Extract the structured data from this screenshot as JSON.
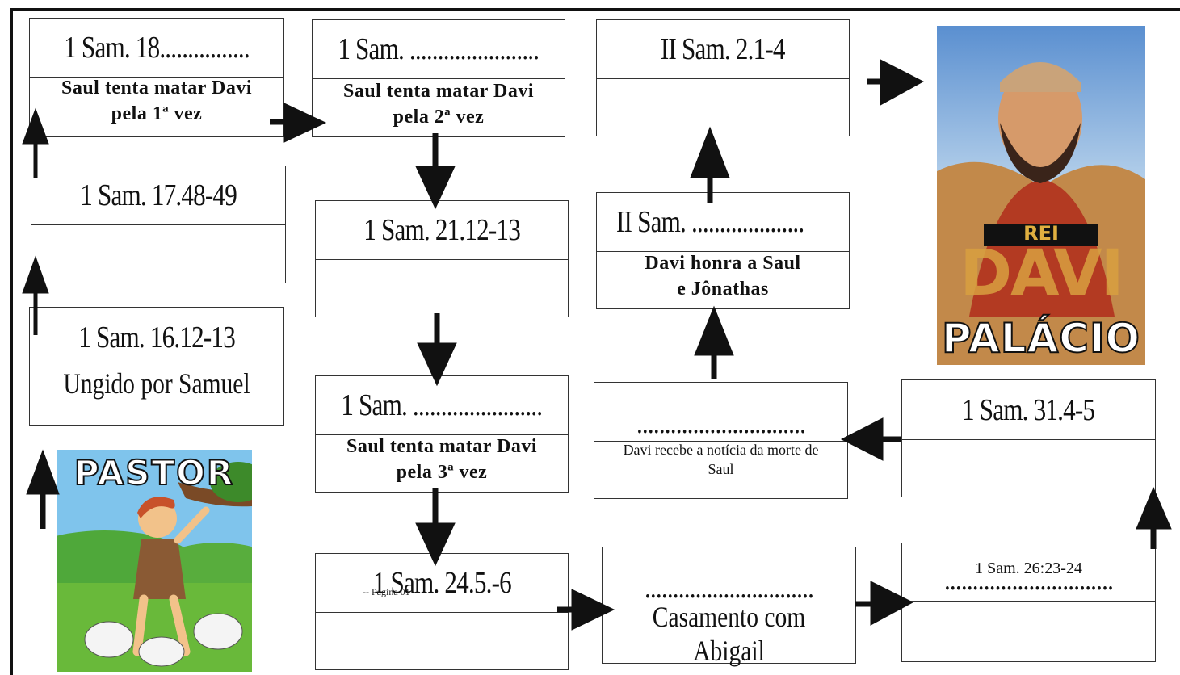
{
  "boxes": {
    "b1": {
      "ref": "1 Sam. 18................",
      "event": "Saul tenta matar Davi\npela 1ª vez"
    },
    "b2": {
      "ref": "1 Sam. 17.48-49",
      "event": ""
    },
    "b3": {
      "ref": "1 Sam. 16.12-13",
      "event": "Ungido por Samuel"
    },
    "b4": {
      "ref": "1 Sam. .......................",
      "event": "Saul tenta matar Davi\npela 2ª vez"
    },
    "b5": {
      "ref": "1 Sam. 21.12-13",
      "event": ""
    },
    "b6": {
      "ref": "1 Sam. .......................",
      "event": "Saul tenta matar Davi\npela 3ª vez"
    },
    "b7": {
      "ref": "1 Sam. 24.5.-6",
      "event": "",
      "overlay": "-- Página 01 --"
    },
    "b8": {
      "ref": "II Sam. 2.1-4",
      "event": ""
    },
    "b9": {
      "ref": "II Sam. ....................",
      "event": "Davi honra a Saul\ne Jônathas"
    },
    "b10": {
      "ref": "..............................",
      "event": "Davi recebe a notícia da morte de\nSaul"
    },
    "b11": {
      "ref": "1 Sam. 31.4-5",
      "event": ""
    },
    "b12": {
      "ref": "..............................",
      "event": "Casamento com Abigail"
    },
    "b13": {
      "ref": "..............................",
      "caption": "1 Sam. 26:23-24",
      "event": ""
    }
  },
  "images": {
    "pastor": {
      "title": "PASTOR"
    },
    "palace": {
      "badge": "REI",
      "name": "DAVI",
      "title": "PALÁCIO"
    }
  },
  "colors": {
    "line": "#333333",
    "arrow": "#111111",
    "sky": "#7fc4ec",
    "grass": "#69b93a",
    "palace_bg": "#d89a55"
  }
}
